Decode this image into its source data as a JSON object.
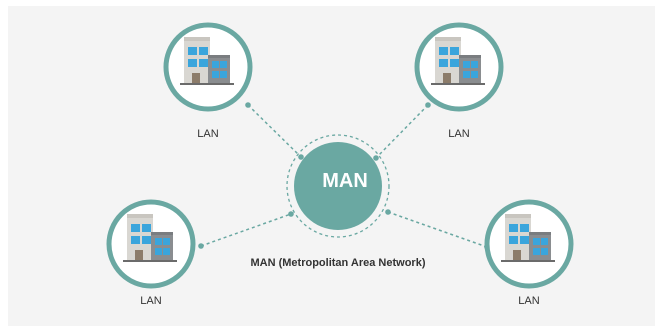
{
  "diagram": {
    "center_label": "MAN",
    "caption": "MAN (Metropolitan Area Network)",
    "nodes": [
      {
        "label": "LAN"
      },
      {
        "label": "LAN"
      },
      {
        "label": "LAN"
      },
      {
        "label": "LAN"
      }
    ],
    "colors": {
      "teal": "#6aa8a2",
      "background": "#f4f4f4",
      "building_light": "#d9d7d2",
      "building_dark": "#8a8d90",
      "window_blue": "#3aa5dc",
      "door": "#8c7c6a"
    },
    "icons": [
      "building-icon"
    ]
  }
}
